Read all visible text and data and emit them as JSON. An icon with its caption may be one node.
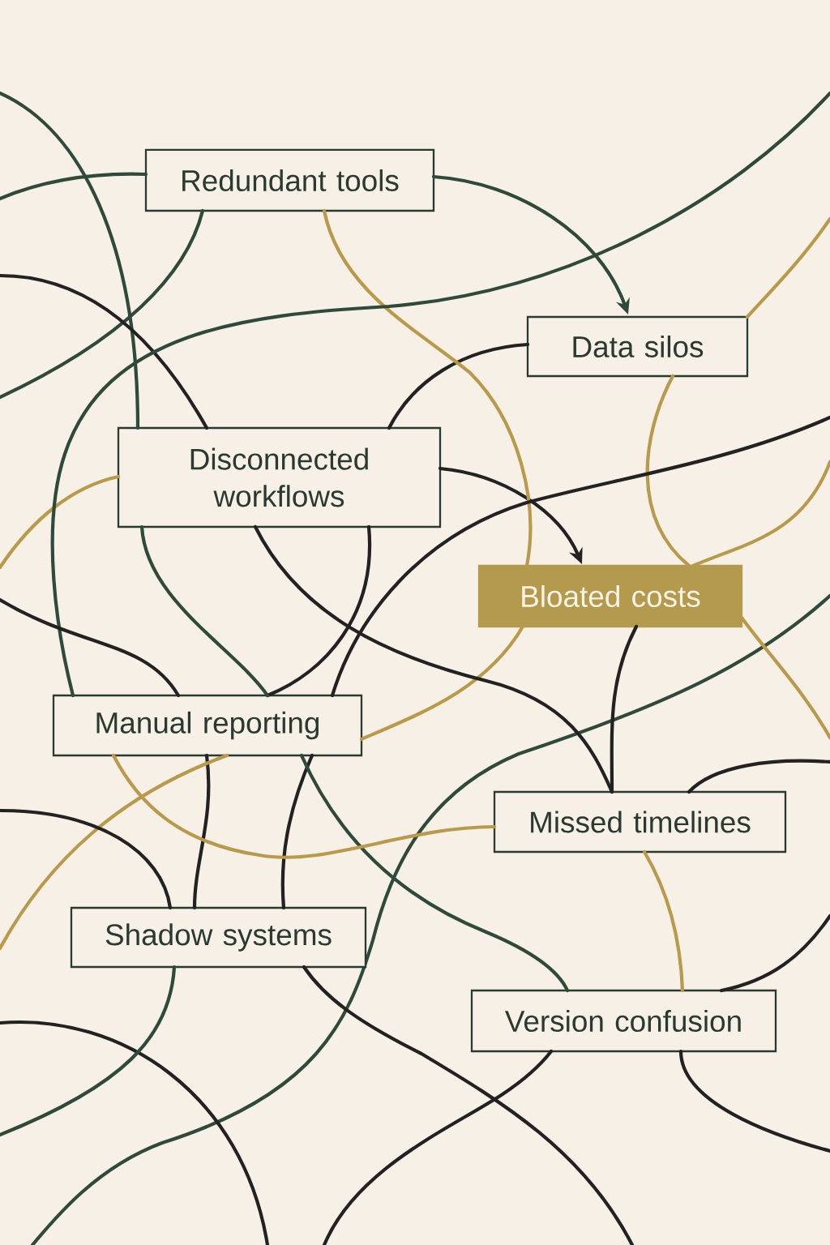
{
  "diagram": {
    "nodes": [
      {
        "text": [
          "Redundant tools"
        ]
      },
      {
        "text": [
          "Data silos"
        ]
      },
      {
        "text": [
          "Disconnected workflows"
        ]
      },
      {
        "text": [
          "Bloated costs"
        ]
      },
      {
        "text": [
          "Manual reporting"
        ]
      },
      {
        "text": [
          "Missed timelines"
        ]
      },
      {
        "text": [
          "Shadow systems"
        ]
      },
      {
        "text": [
          "Version confusion"
        ]
      }
    ],
    "edges": [
      {
        "from": 0,
        "to": 1,
        "arrow": "to",
        "color": "#2f4a3a"
      },
      {
        "from": 2,
        "to": 3,
        "arrow": "to"
      },
      {
        "from": 1,
        "to": 2,
        "arrow": "none"
      },
      {
        "from": 0,
        "to": 3,
        "arrow": "none",
        "color": "#b89a4a"
      },
      {
        "from": 3,
        "to": 4,
        "arrow": "none",
        "color": "#b89a4a"
      },
      {
        "from": 2,
        "to": 4,
        "arrow": "none"
      },
      {
        "from": 2,
        "to": 4,
        "arrow": "none",
        "color": "#2f4a3a"
      },
      {
        "from": 2,
        "to": 5,
        "arrow": "none"
      },
      {
        "from": 3,
        "to": 5,
        "arrow": "none"
      },
      {
        "from": 4,
        "to": 6,
        "arrow": "none"
      },
      {
        "from": 4,
        "to": 6,
        "arrow": "none"
      },
      {
        "from": 4,
        "to": 7,
        "arrow": "none",
        "color": "#2f4a3a"
      },
      {
        "from": 5,
        "to": 4,
        "arrow": "none",
        "color": "#b89a4a"
      },
      {
        "from": 5,
        "to": 7,
        "arrow": "none",
        "color": "#b89a4a"
      },
      {
        "from": 1,
        "to": 3,
        "arrow": "none",
        "color": "#b89a4a"
      },
      {
        "from": null,
        "to": 0,
        "arrow": "none",
        "color": "#2f4a3a"
      },
      {
        "from": null,
        "to": 0,
        "arrow": "none",
        "color": "#2f4a3a"
      },
      {
        "from": null,
        "to": 1,
        "arrow": "none",
        "color": "#b89a4a"
      },
      {
        "from": null,
        "to": 2,
        "arrow": "none",
        "color": "#2f4a3a"
      },
      {
        "from": null,
        "to": 2,
        "arrow": "none"
      },
      {
        "from": null,
        "to": 2,
        "arrow": "none",
        "color": "#b89a4a"
      },
      {
        "from": null,
        "to": 3,
        "arrow": "none",
        "color": "#b89a4a"
      },
      {
        "from": null,
        "to": 3,
        "arrow": "none",
        "color": "#b89a4a"
      },
      {
        "from": null,
        "to": 4,
        "arrow": "none",
        "color": "#2f4a3a"
      },
      {
        "from": null,
        "to": 4,
        "arrow": "none"
      },
      {
        "from": null,
        "to": 4,
        "arrow": "none"
      },
      {
        "from": null,
        "to": 4,
        "arrow": "none",
        "color": "#b89a4a"
      },
      {
        "from": null,
        "to": 5,
        "arrow": "none"
      },
      {
        "from": null,
        "to": 6,
        "arrow": "none"
      },
      {
        "from": null,
        "to": 6,
        "arrow": "none",
        "color": "#2f4a3a"
      },
      {
        "from": null,
        "to": 6,
        "arrow": "none"
      },
      {
        "from": null,
        "to": 7,
        "arrow": "none"
      },
      {
        "from": null,
        "to": 7,
        "arrow": "none"
      },
      {
        "from": null,
        "to": 7,
        "arrow": "none"
      }
    ]
  }
}
